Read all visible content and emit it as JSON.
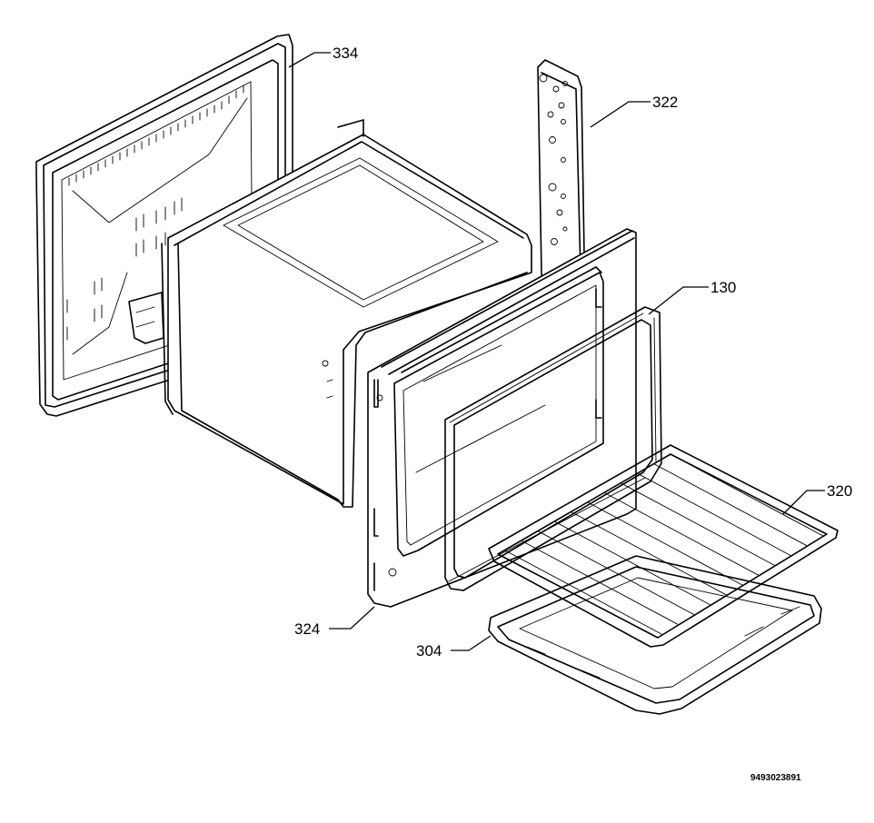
{
  "callouts": [
    {
      "id": "334",
      "label": "334"
    },
    {
      "id": "322",
      "label": "322"
    },
    {
      "id": "130",
      "label": "130"
    },
    {
      "id": "320",
      "label": "320"
    },
    {
      "id": "324",
      "label": "324"
    },
    {
      "id": "304",
      "label": "304"
    }
  ],
  "drawing_code": "9493023891"
}
